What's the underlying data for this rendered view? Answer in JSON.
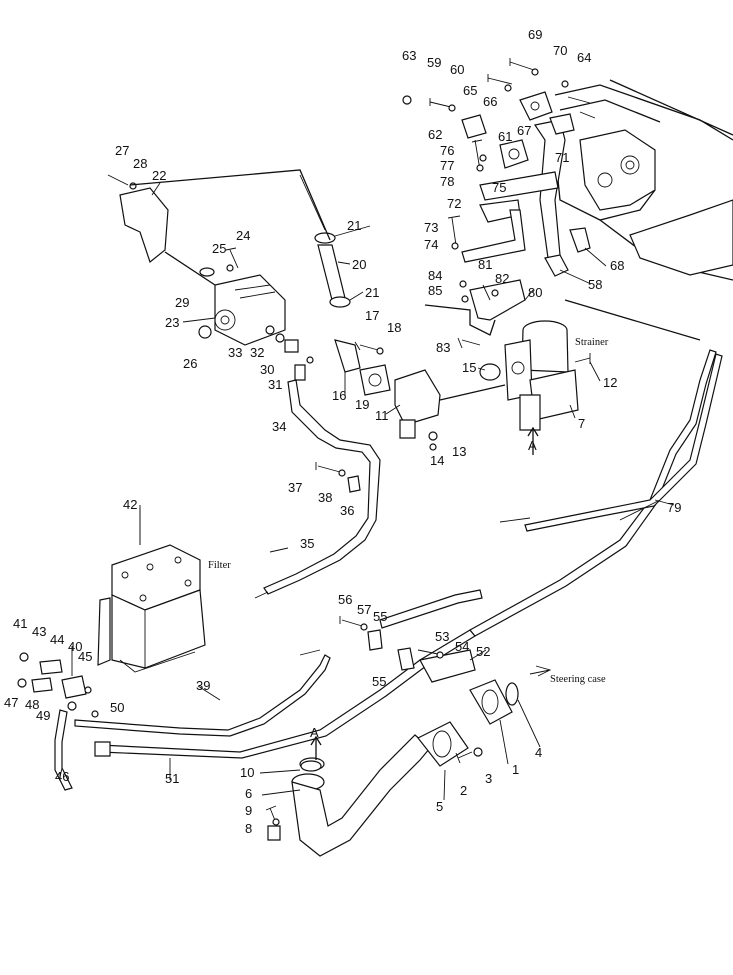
{
  "diagram": {
    "labels": {
      "strainer": "Strainer",
      "filter": "Filter",
      "steering_case": "Steering case",
      "view_a_top": "A",
      "view_a_bottom": "A"
    },
    "part_numbers": [
      "1",
      "2",
      "3",
      "4",
      "5",
      "6",
      "7",
      "8",
      "9",
      "10",
      "11",
      "12",
      "13",
      "14",
      "15",
      "16",
      "17",
      "18",
      "19",
      "20",
      "21",
      "21",
      "22",
      "23",
      "24",
      "25",
      "26",
      "27",
      "28",
      "29",
      "30",
      "31",
      "32",
      "33",
      "34",
      "35",
      "36",
      "37",
      "38",
      "39",
      "40",
      "41",
      "42",
      "43",
      "44",
      "45",
      "46",
      "47",
      "48",
      "49",
      "50",
      "51",
      "52",
      "53",
      "54",
      "55",
      "55",
      "56",
      "57",
      "58",
      "59",
      "60",
      "61",
      "62",
      "63",
      "64",
      "65",
      "66",
      "67",
      "68",
      "69",
      "70",
      "71",
      "72",
      "73",
      "74",
      "75",
      "76",
      "77",
      "78",
      "79",
      "80",
      "81",
      "82",
      "83",
      "84",
      "85"
    ]
  }
}
